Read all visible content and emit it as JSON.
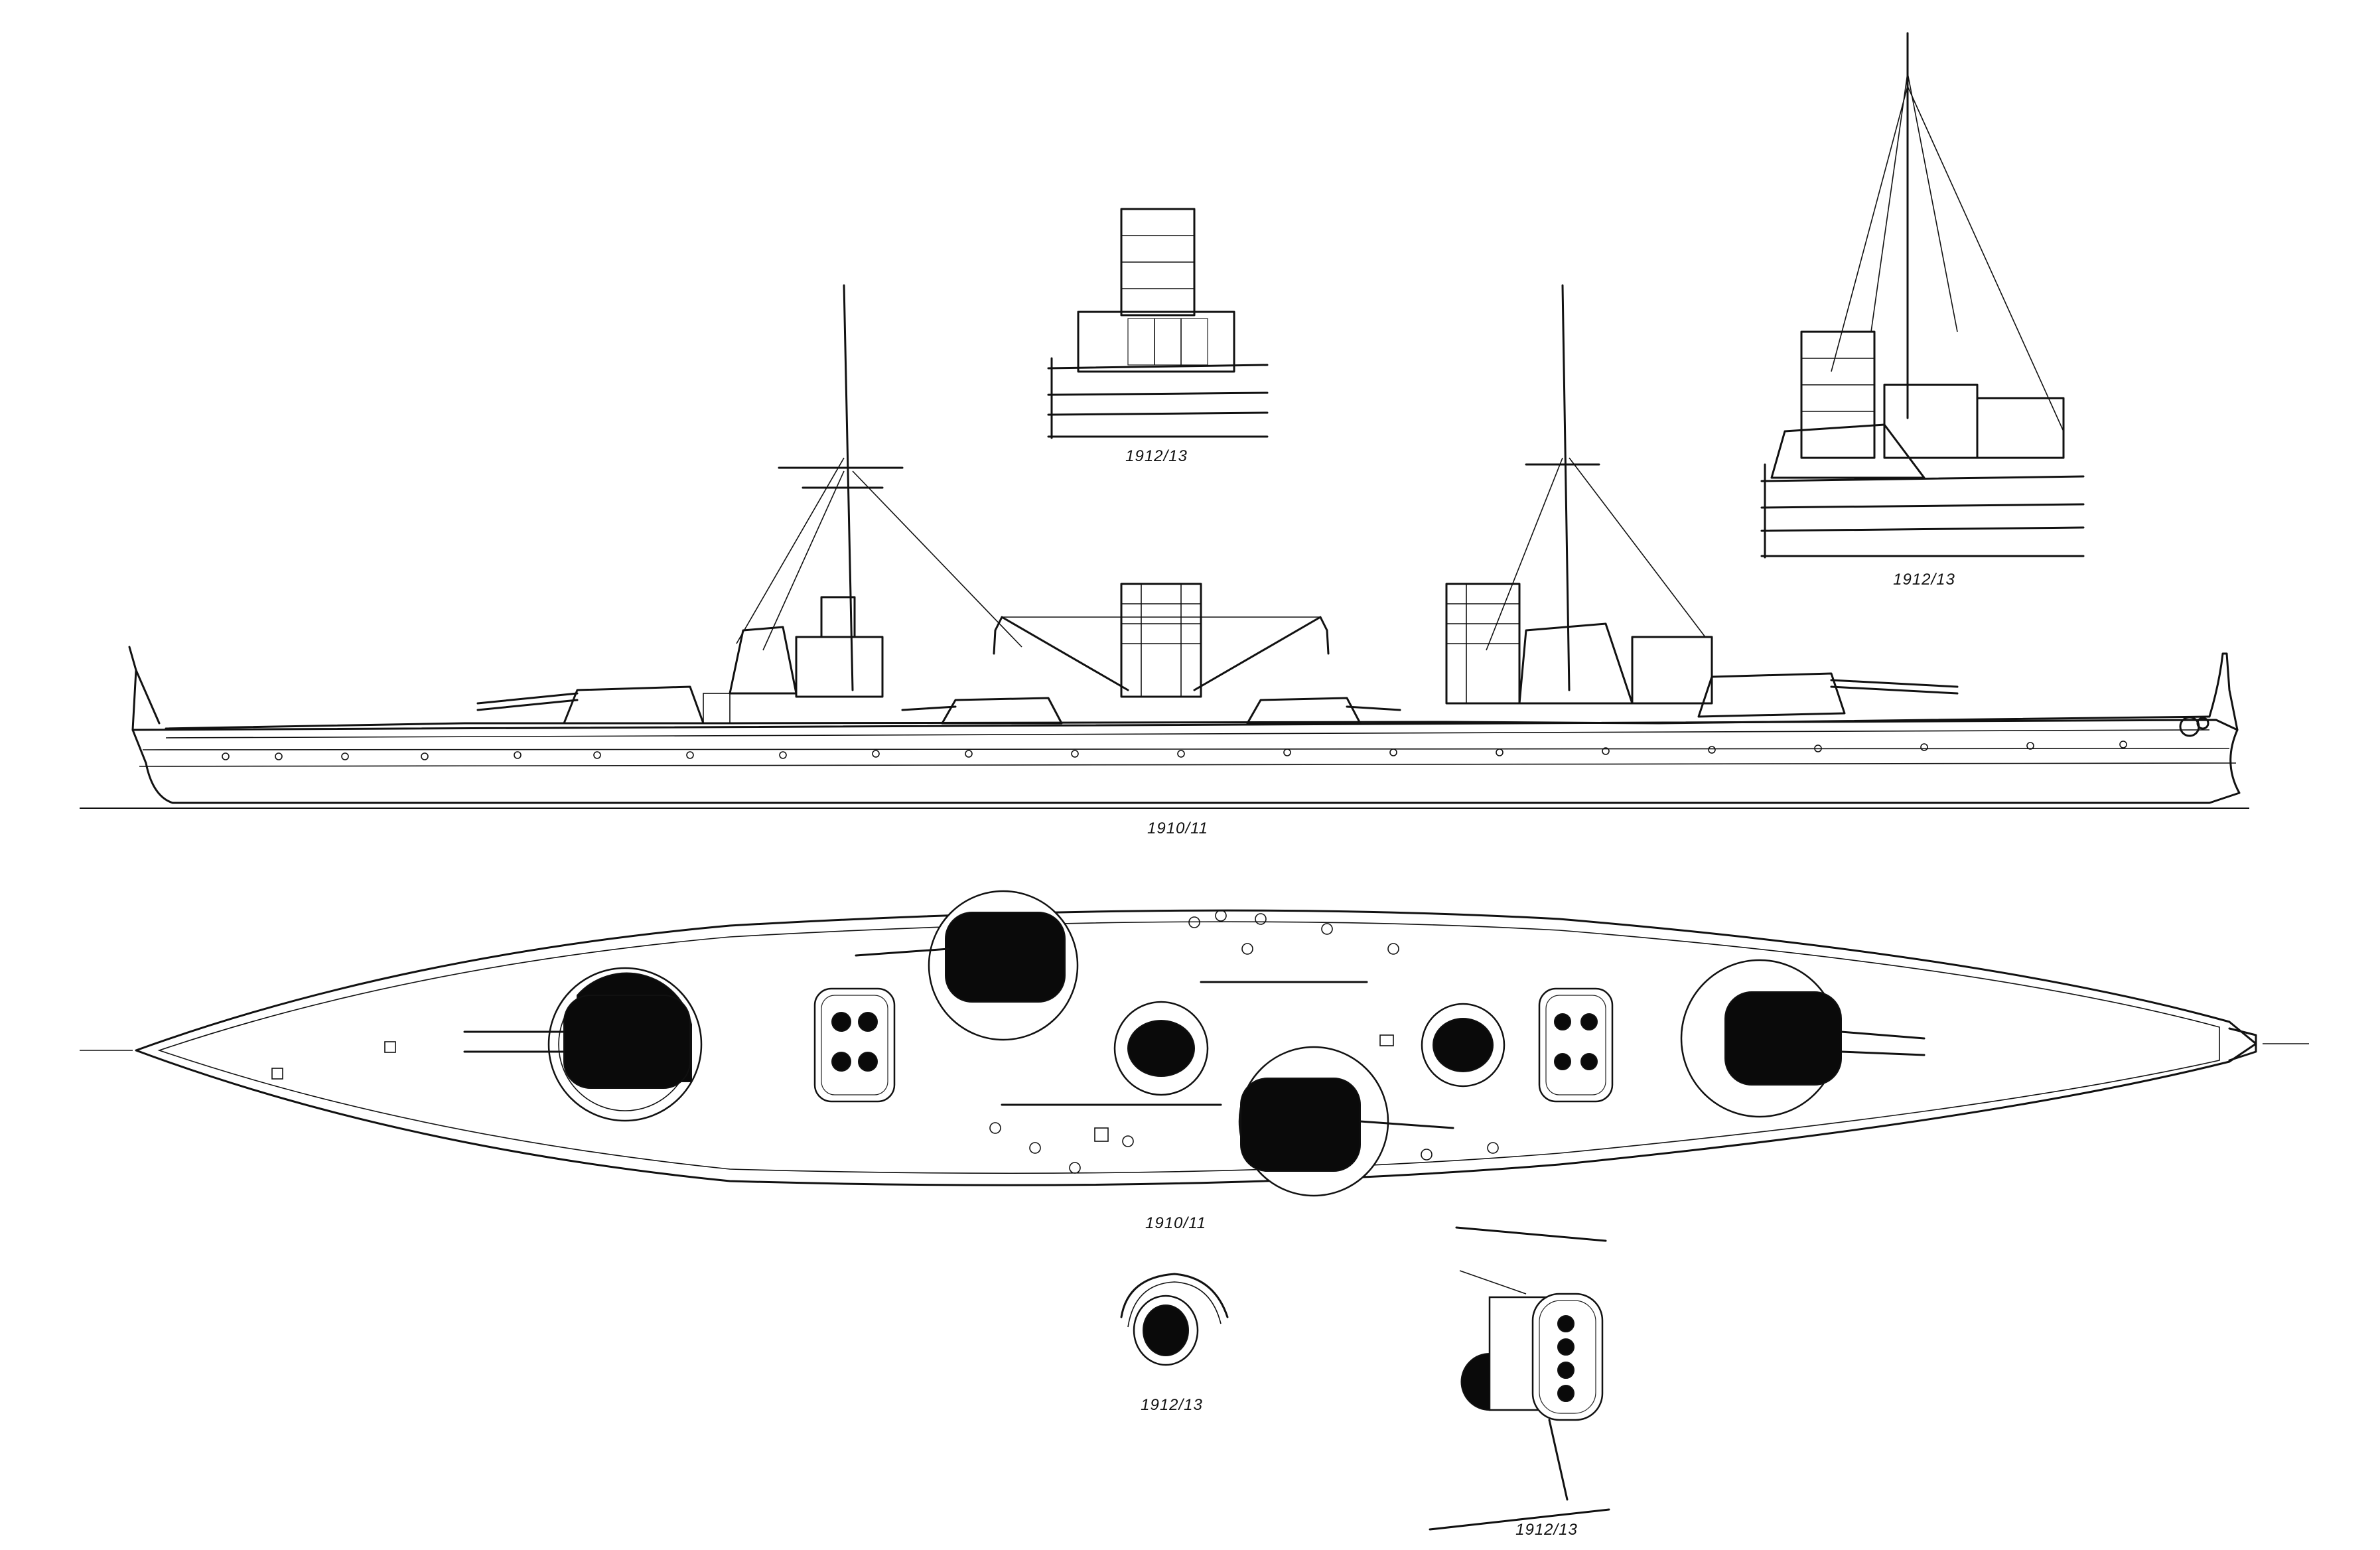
{
  "captions": {
    "profile_view": "1910/11",
    "plan_view": "1910/11",
    "bridge_detail_fore": "1912/13",
    "bridge_detail_aft": "1912/13",
    "turret_detail": "1912/13",
    "superstructure_plan_detail": "1912/13"
  },
  "views": [
    "side-profile",
    "deck-plan",
    "fore-bridge-detail",
    "aft-bridge-detail",
    "turret-plan-detail",
    "superstructure-plan-detail"
  ],
  "colors": {
    "ink": "#111111",
    "paper": "#ffffff",
    "fill": "#0a0a0a"
  }
}
